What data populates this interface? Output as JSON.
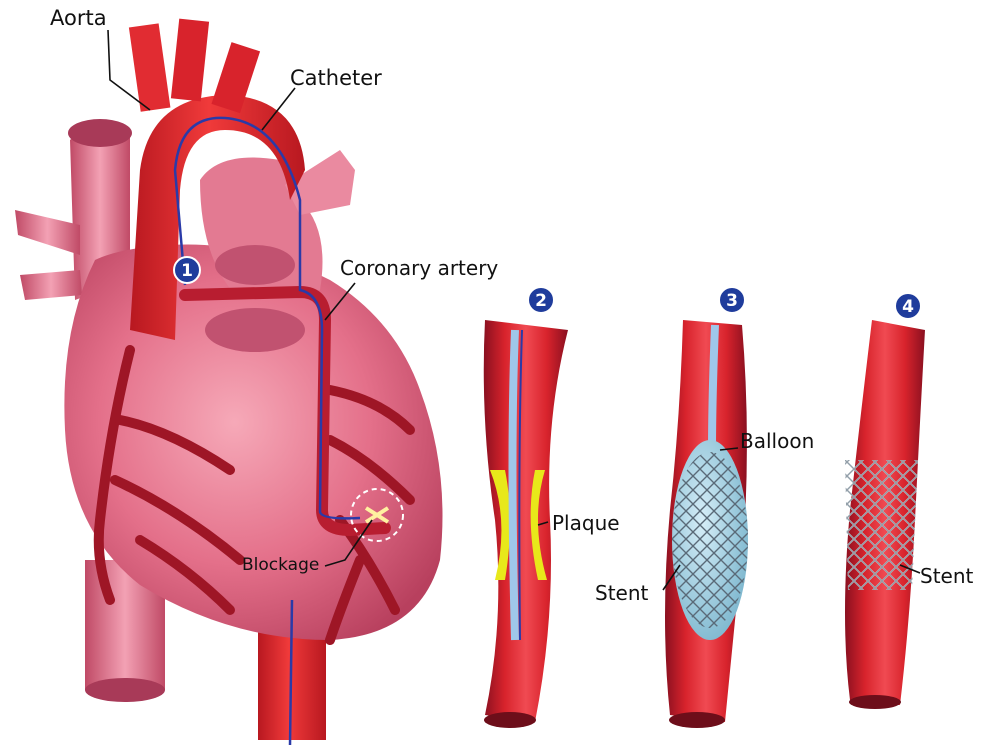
{
  "labels": {
    "aorta": "Aorta",
    "catheter": "Catheter",
    "coronary_artery": "Coronary artery",
    "blockage": "Blockage",
    "plaque": "Plaque",
    "balloon": "Balloon",
    "stent_step3": "Stent",
    "stent_step4": "Stent"
  },
  "steps": [
    "1",
    "2",
    "3",
    "4"
  ],
  "colors": {
    "heart": "#e0607a",
    "artery": "#d8232c",
    "plaque": "#e8e81a",
    "step_badge": "#1f3c9c",
    "catheter": "#2a3aa8",
    "balloon": "#9fd0e6"
  }
}
